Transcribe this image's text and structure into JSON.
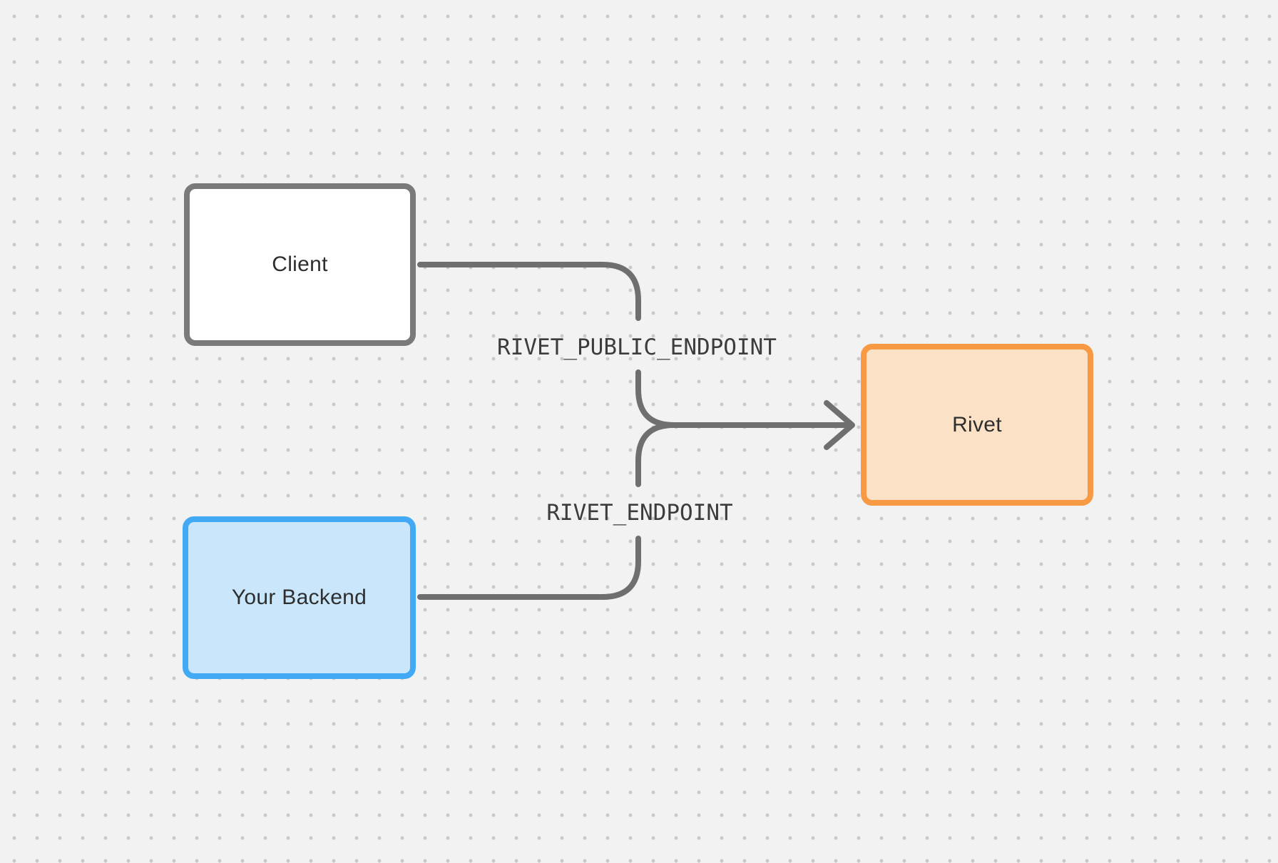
{
  "diagram": {
    "background_color": "#f2f2f2",
    "dot_color": "#c9c9c9",
    "connector_color": "#6f6f6f",
    "nodes": [
      {
        "id": "client",
        "label": "Client",
        "fill": "#ffffff",
        "border_color": "#7a7a7a"
      },
      {
        "id": "backend",
        "label": "Your Backend",
        "fill": "#c9e6fb",
        "border_color": "#42a9f5"
      },
      {
        "id": "rivet",
        "label": "Rivet",
        "fill": "#fbe2c7",
        "border_color": "#f79a43"
      }
    ],
    "edges": [
      {
        "from": "client",
        "to": "rivet",
        "label": "RIVET_PUBLIC_ENDPOINT"
      },
      {
        "from": "backend",
        "to": "rivet",
        "label": "RIVET_ENDPOINT"
      }
    ]
  }
}
